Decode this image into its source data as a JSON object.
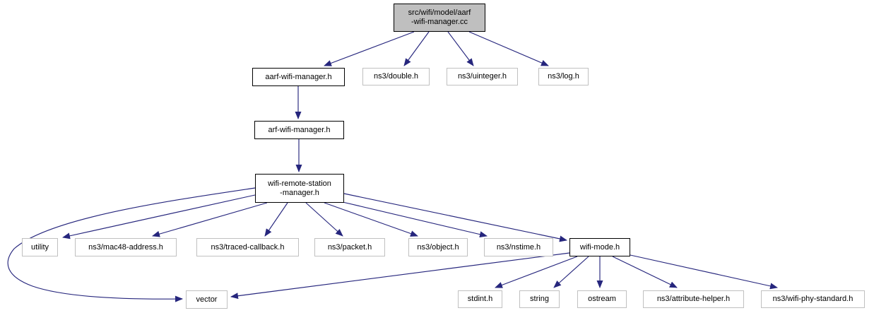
{
  "graph": {
    "type": "include-dependency-graph",
    "root_file": "src/wifi/model/aarf-wifi-manager.cc",
    "colors": {
      "edge": "#26267d",
      "node_fill": "#ffffff",
      "node_border_plain": "#c0c0c0",
      "node_border_documented": "#000000",
      "current_node_fill": "#bfbfbf"
    }
  },
  "nodes": [
    {
      "id": "cc",
      "kind": "current",
      "lines": [
        "src/wifi/model/aarf",
        "-wifi-manager.cc"
      ]
    },
    {
      "id": "aarf",
      "kind": "doc",
      "lines": [
        "aarf-wifi-manager.h"
      ]
    },
    {
      "id": "double",
      "kind": "plain",
      "lines": [
        "ns3/double.h"
      ]
    },
    {
      "id": "uinteger",
      "kind": "plain",
      "lines": [
        "ns3/uinteger.h"
      ]
    },
    {
      "id": "log",
      "kind": "plain",
      "lines": [
        "ns3/log.h"
      ]
    },
    {
      "id": "arf",
      "kind": "doc",
      "lines": [
        "arf-wifi-manager.h"
      ]
    },
    {
      "id": "wrs",
      "kind": "doc",
      "lines": [
        "wifi-remote-station",
        "-manager.h"
      ]
    },
    {
      "id": "utility",
      "kind": "plain",
      "lines": [
        "utility"
      ]
    },
    {
      "id": "mac48",
      "kind": "plain",
      "lines": [
        "ns3/mac48-address.h"
      ]
    },
    {
      "id": "traced",
      "kind": "plain",
      "lines": [
        "ns3/traced-callback.h"
      ]
    },
    {
      "id": "packet",
      "kind": "plain",
      "lines": [
        "ns3/packet.h"
      ]
    },
    {
      "id": "object",
      "kind": "plain",
      "lines": [
        "ns3/object.h"
      ]
    },
    {
      "id": "nstime",
      "kind": "plain",
      "lines": [
        "ns3/nstime.h"
      ]
    },
    {
      "id": "wifimode",
      "kind": "doc",
      "lines": [
        "wifi-mode.h"
      ]
    },
    {
      "id": "vector",
      "kind": "plain",
      "lines": [
        "vector"
      ]
    },
    {
      "id": "stdint",
      "kind": "plain",
      "lines": [
        "stdint.h"
      ]
    },
    {
      "id": "string",
      "kind": "plain",
      "lines": [
        "string"
      ]
    },
    {
      "id": "ostream",
      "kind": "plain",
      "lines": [
        "ostream"
      ]
    },
    {
      "id": "attrhelper",
      "kind": "plain",
      "lines": [
        "ns3/attribute-helper.h"
      ]
    },
    {
      "id": "phystandard",
      "kind": "plain",
      "lines": [
        "ns3/wifi-phy-standard.h"
      ]
    }
  ],
  "edges": [
    {
      "from": "src/wifi/model/aarf-wifi-manager.cc",
      "to": "aarf-wifi-manager.h"
    },
    {
      "from": "src/wifi/model/aarf-wifi-manager.cc",
      "to": "ns3/double.h"
    },
    {
      "from": "src/wifi/model/aarf-wifi-manager.cc",
      "to": "ns3/uinteger.h"
    },
    {
      "from": "src/wifi/model/aarf-wifi-manager.cc",
      "to": "ns3/log.h"
    },
    {
      "from": "aarf-wifi-manager.h",
      "to": "arf-wifi-manager.h"
    },
    {
      "from": "arf-wifi-manager.h",
      "to": "wifi-remote-station-manager.h"
    },
    {
      "from": "wifi-remote-station-manager.h",
      "to": "utility"
    },
    {
      "from": "wifi-remote-station-manager.h",
      "to": "vector"
    },
    {
      "from": "wifi-remote-station-manager.h",
      "to": "ns3/mac48-address.h"
    },
    {
      "from": "wifi-remote-station-manager.h",
      "to": "ns3/traced-callback.h"
    },
    {
      "from": "wifi-remote-station-manager.h",
      "to": "ns3/packet.h"
    },
    {
      "from": "wifi-remote-station-manager.h",
      "to": "ns3/object.h"
    },
    {
      "from": "wifi-remote-station-manager.h",
      "to": "ns3/nstime.h"
    },
    {
      "from": "wifi-remote-station-manager.h",
      "to": "wifi-mode.h"
    },
    {
      "from": "wifi-mode.h",
      "to": "vector"
    },
    {
      "from": "wifi-mode.h",
      "to": "stdint.h"
    },
    {
      "from": "wifi-mode.h",
      "to": "string"
    },
    {
      "from": "wifi-mode.h",
      "to": "ostream"
    },
    {
      "from": "wifi-mode.h",
      "to": "ns3/attribute-helper.h"
    },
    {
      "from": "wifi-mode.h",
      "to": "ns3/wifi-phy-standard.h"
    }
  ]
}
